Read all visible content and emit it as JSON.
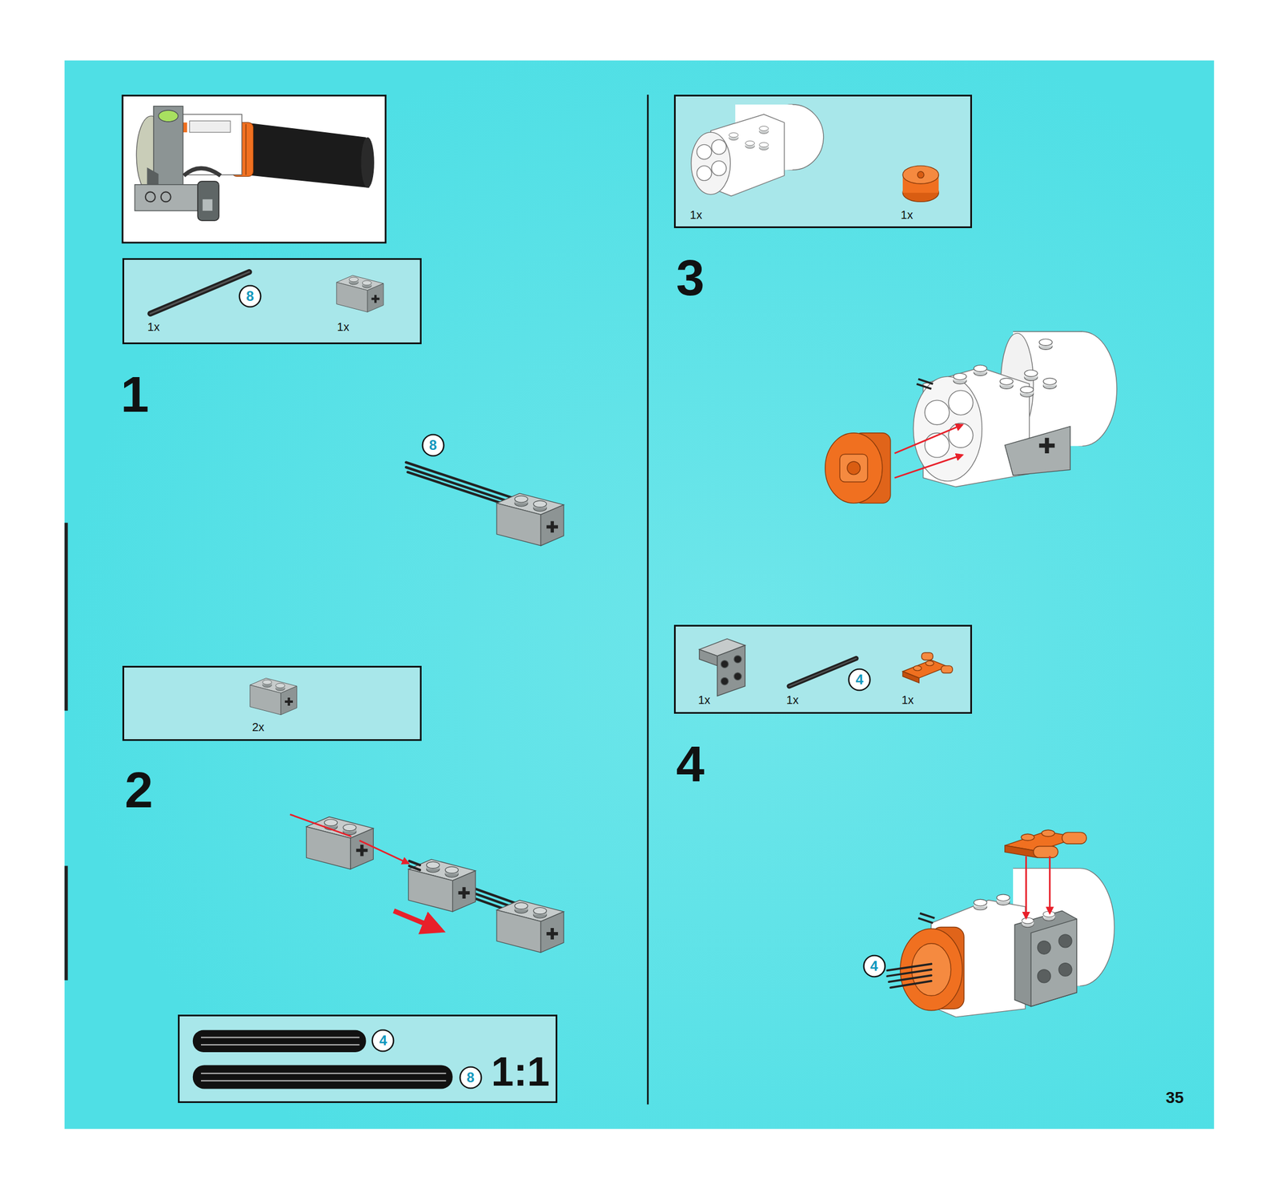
{
  "diagram": {
    "nodes": [
      {
        "text": [
          "1x",
          "1x"
        ]
      },
      {
        "text": [
          "8"
        ],
        "in": 0
      },
      {
        "text": [
          "8"
        ]
      },
      {
        "text": [
          "2x"
        ]
      },
      {
        "text": [
          "1:1"
        ]
      },
      {
        "text": [
          "4"
        ],
        "in": 4
      },
      {
        "text": [
          "8"
        ],
        "in": 4
      },
      {
        "text": [
          "1x",
          "1x"
        ]
      },
      {
        "text": [
          "1x",
          "1x",
          "1x"
        ]
      },
      {
        "text": [
          "4"
        ],
        "in": 8
      },
      {
        "text": [
          "4"
        ]
      }
    ],
    "labels": [
      "1",
      "2",
      "3",
      "4",
      "35"
    ]
  }
}
